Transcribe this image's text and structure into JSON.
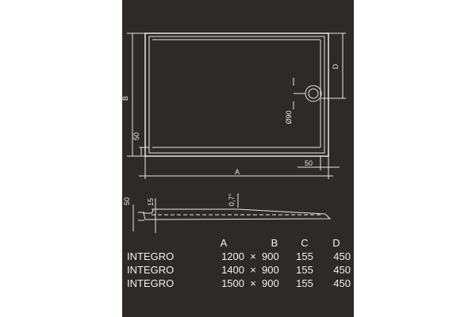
{
  "diagram": {
    "dimension_labels": {
      "a": "A",
      "b": "B",
      "d": "D",
      "corner_height": "50",
      "side_width": "50",
      "drain_diameter": "Ø90",
      "profile_height": "50",
      "profile_rim": "15",
      "slope": "0,7°"
    }
  },
  "spec_table": {
    "headers": [
      "",
      "A",
      "B",
      "C",
      "D"
    ],
    "rows": [
      {
        "name": "INTEGRO",
        "a": "1200",
        "sep": "×",
        "b": "900",
        "c": "155",
        "d": "450"
      },
      {
        "name": "INTEGRO",
        "a": "1400",
        "sep": "×",
        "b": "900",
        "c": "155",
        "d": "450"
      },
      {
        "name": "INTEGRO",
        "a": "1500",
        "sep": "×",
        "b": "900",
        "c": "155",
        "d": "450"
      }
    ]
  },
  "colors": {
    "background": "#2d2a27",
    "lines": "#e8e8e8"
  }
}
